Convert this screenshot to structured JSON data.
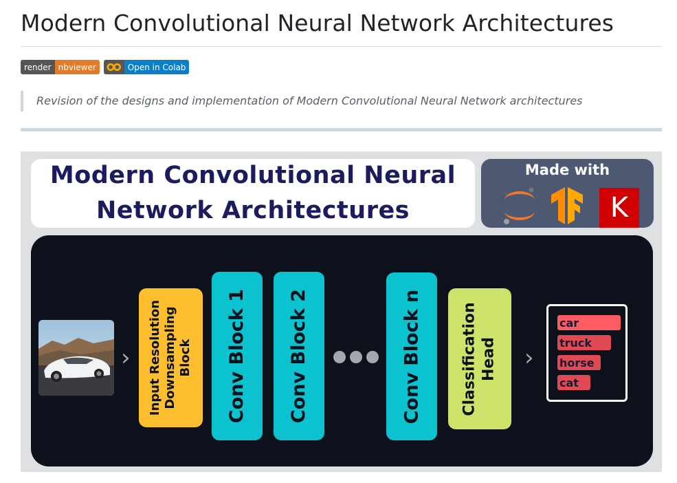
{
  "page": {
    "title": "Modern Convolutional Neural Network Architectures",
    "description": "Revision of the designs and implementation of Modern Convolutional Neural Network architectures"
  },
  "badges": {
    "nbviewer": {
      "left": "render",
      "right": "nbviewer"
    },
    "colab": {
      "icon": "colab-icon",
      "right": "Open in Colab"
    }
  },
  "banner": {
    "title_line1": "Modern Convolutional Neural",
    "title_line2": "Network Architectures",
    "made_with": "Made with",
    "tools": [
      "jupyter-icon",
      "tensorflow-icon",
      "keras-icon"
    ],
    "keras_letter": "K",
    "blocks": {
      "input": "Input Resolution\nDownsampling\nBlock",
      "conv1": "Conv Block 1",
      "conv2": "Conv Block 2",
      "convn": "Conv Block n",
      "head": "Classification\nHead"
    },
    "outputs": [
      {
        "label": "car",
        "color": "#fd5c63",
        "score": 1.0
      },
      {
        "label": "truck",
        "color": "#e04a55",
        "score": 0.85
      },
      {
        "label": "horse",
        "color": "#e04a55",
        "score": 0.68
      },
      {
        "label": "cat",
        "color": "#e04a55",
        "score": 0.52
      }
    ]
  }
}
